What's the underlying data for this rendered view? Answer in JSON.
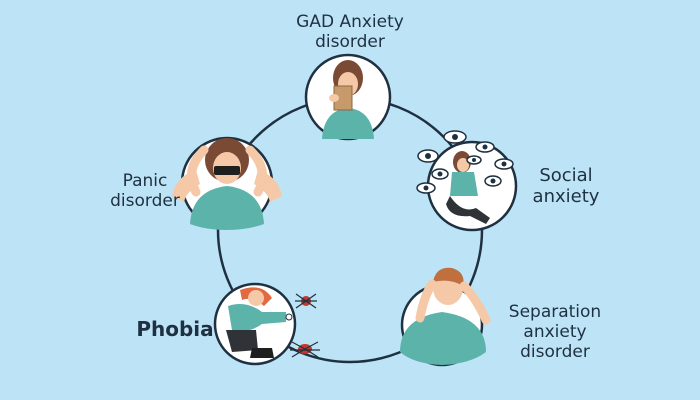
{
  "colors": {
    "background": "#bde3f7",
    "ring": "#1f3140",
    "node_fill": "#ffffff",
    "text": "#1f3140",
    "shirt": "#5bb3a9",
    "skin": "#f5c9a8",
    "hair_brown": "#7a4a34",
    "hair_red": "#e06a42",
    "spider": "#c0392b"
  },
  "nodes": [
    {
      "id": "gad",
      "label": "GAD Anxiety\ndisorder",
      "icon": "worried-woman-with-paper-bag-icon"
    },
    {
      "id": "social",
      "label": "Social\nanxiety",
      "icon": "crouching-woman-watched-by-eyes-icon"
    },
    {
      "id": "separation",
      "label": "Separation\nanxiety\ndisorder",
      "icon": "man-holding-head-icon"
    },
    {
      "id": "phobia",
      "label": "Phobia",
      "icon": "woman-afraid-of-spiders-icon"
    },
    {
      "id": "panic",
      "label": "Panic\ndisorder",
      "icon": "woman-gripping-hair-icon"
    }
  ]
}
